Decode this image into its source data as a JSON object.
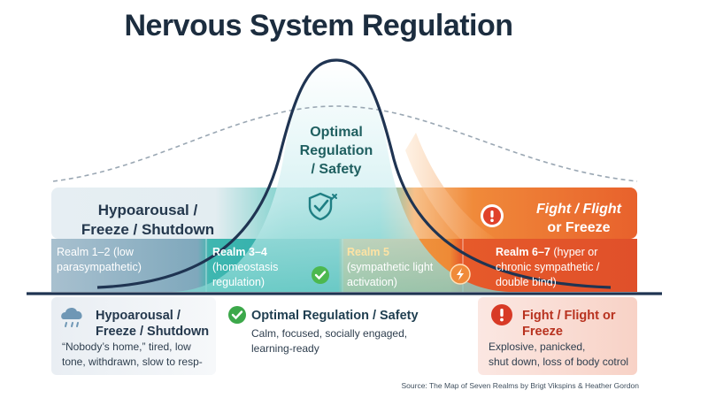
{
  "title": "Nervous System Regulation",
  "center_label": [
    "Optimal",
    "Regulation",
    "/ Safety"
  ],
  "band_left": [
    "Hypoarousal /",
    "Freeze / Shutdown"
  ],
  "band_right": [
    "Fight / Flight",
    "or Freeze"
  ],
  "realms": [
    {
      "num": "Realm 1–2",
      "desc": [
        "(low",
        "parasympathetic)"
      ]
    },
    {
      "num": "Realm 3–4",
      "desc": [
        "(homeostasis",
        "regulation)"
      ]
    },
    {
      "num": "Realm 5",
      "desc": [
        "(sympathetic light",
        "activation)"
      ]
    },
    {
      "num": "Realm 6–7",
      "desc": [
        "(hyper or",
        "chronic sympathetic /",
        "double bind)"
      ]
    }
  ],
  "cards": [
    {
      "title": [
        "Hypoarousal /",
        "Freeze / Shutdown"
      ],
      "body": [
        "“Nobody’s home,” tired, low",
        "tone, withdrawn, slow to resp-"
      ],
      "icon": "rain-cloud-icon"
    },
    {
      "title": [
        "Optimal Regulation / Safety"
      ],
      "body": [
        "Calm, focused, socially engaged,",
        "learning-ready"
      ],
      "icon": "check-circle-icon"
    },
    {
      "title": [
        "Fight / Flight or",
        "Freeze"
      ],
      "body": [
        "Explosive, panicked,",
        "shut down, loss of body cotrol"
      ],
      "icon": "alert-circle-icon"
    }
  ],
  "source": "Source: The Map of Seven Realms by Brigt Vikspins & Heather Gordon",
  "colors": {
    "hypo": "#9fb9c9",
    "optimal": "#3fb8b4",
    "activation": "#f29a3e",
    "fight": "#e65a2a",
    "curve": "#1f3452"
  }
}
